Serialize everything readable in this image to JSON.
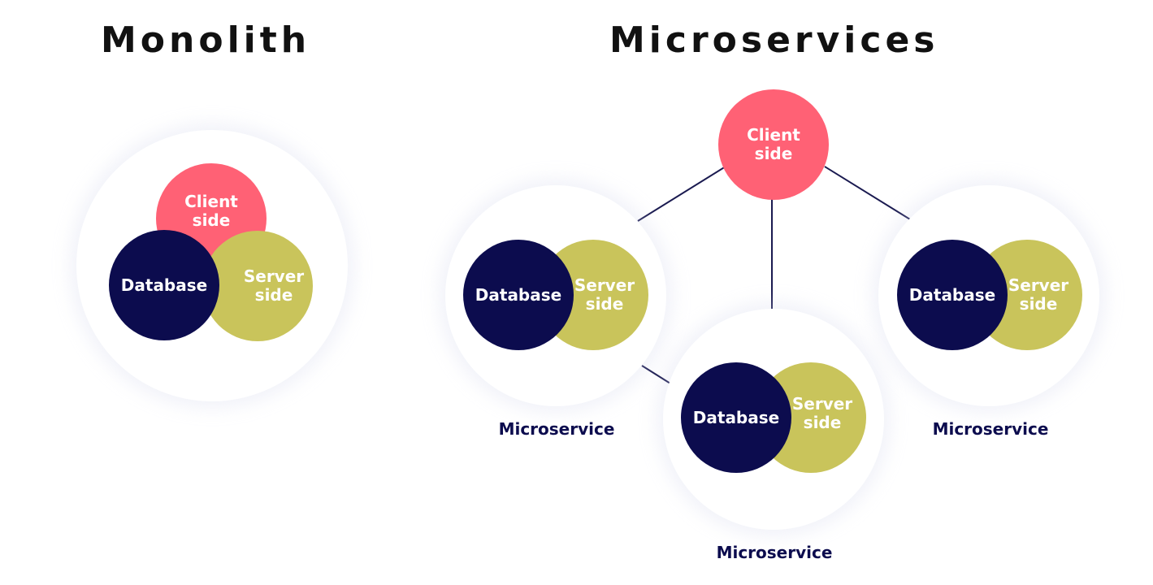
{
  "colors": {
    "client_side": "#ff6175",
    "server_side": "#c9c45b",
    "database": "#0c0c4e",
    "connector": "#1a1a50"
  },
  "monolith": {
    "title": "Monolith",
    "client_label": "Client side",
    "server_label": "Server side",
    "database_label": "Database"
  },
  "microservices": {
    "title": "Microservices",
    "client_label": "Client side",
    "services": [
      {
        "database_label": "Database",
        "server_label": "Server side",
        "caption": "Microservice"
      },
      {
        "database_label": "Database",
        "server_label": "Server side",
        "caption": "Microservice"
      },
      {
        "database_label": "Database",
        "server_label": "Server side",
        "caption": "Microservice"
      }
    ]
  }
}
